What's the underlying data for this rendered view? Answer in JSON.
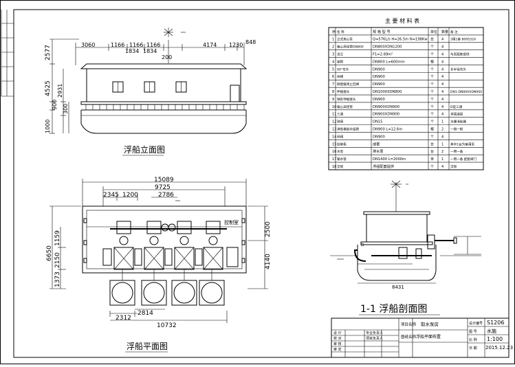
{
  "elevation": {
    "title": "浮船立面图",
    "top_dims": [
      "3060",
      "1166",
      "1166",
      "1166",
      "4174",
      "1230",
      "848"
    ],
    "sub_dims": [
      "1834",
      "1834"
    ],
    "center_dim": "200",
    "left_dims": [
      "2577",
      "4525",
      "2931",
      "900",
      "300",
      "1000"
    ]
  },
  "plan": {
    "title": "浮船平面图",
    "total_dim": "15089",
    "dim_9725": "9725",
    "dims_row": [
      "2345",
      "1200"
    ],
    "dim_2786": "2786",
    "left_dims": [
      "6650",
      "1159",
      "2150",
      "1373"
    ],
    "right_dims": [
      "2500",
      "4140"
    ],
    "label_room": "控制室",
    "bottom_dims": [
      "2312",
      "2814"
    ],
    "dim_bottom_total": "10732"
  },
  "section": {
    "title": "1-1 浮船剖面图",
    "dim_label": "8431"
  },
  "bom": {
    "title": "主 要 材 料 表",
    "headers": [
      "序",
      "名   称",
      "规 格 型 号",
      "单位",
      "数量",
      "备  注"
    ],
    "rows": [
      [
        "1",
        "立式离心泵",
        "Q=576L/s H=26.5m N=198Kw",
        "台",
        "4",
        "3用1备 800S32A"
      ],
      [
        "2",
        "偏心异径管DN800",
        "DN800XDN1200",
        "个",
        "4",
        ""
      ],
      [
        "3",
        "法兰",
        "F1=2.69m²",
        "个",
        "4",
        "与泵配套提供"
      ],
      [
        "4",
        "钢管",
        "DN800 L=600mm",
        "根",
        "4",
        ""
      ],
      [
        "5",
        "90°弯头",
        "DN900",
        "个",
        "4",
        "长半径弯头"
      ],
      [
        "6",
        "闸阀",
        "DN900",
        "个",
        "4",
        ""
      ],
      [
        "7",
        "微阻缓闭止回阀",
        "DN900",
        "个",
        "4",
        ""
      ],
      [
        "8",
        "伸缩接头",
        "DN1000XDN800",
        "个",
        "4",
        "DN1:DN800XDN900"
      ],
      [
        "9",
        "球形伸缩接头",
        "DN900",
        "个",
        "4",
        ""
      ],
      [
        "10",
        "偏心异径管",
        "DN900XDN900",
        "个",
        "4",
        "D型三通"
      ],
      [
        "11",
        "三通",
        "DN900XDN900",
        "个",
        "4",
        "承插连接"
      ],
      [
        "12",
        "球阀",
        "DN15",
        "个",
        "1",
        "水锤消除器"
      ],
      [
        "13",
        "弹性橡胶补偿管",
        "DN900 L=12.6m",
        "根",
        "2",
        "一侧一根"
      ],
      [
        "14",
        "闸阀",
        "DN900",
        "个",
        "4",
        ""
      ],
      [
        "15",
        "控制柜",
        "成套",
        "台",
        "1",
        "其中1台为备用泵"
      ],
      [
        "16",
        "水泵",
        "排水泵",
        "台",
        "2",
        "一用一备"
      ],
      [
        "17",
        "输水管",
        "DN1400 L=2000m",
        "米",
        "1",
        "一用一备 配套阀门"
      ],
      [
        "18",
        "浮筒",
        "浮船配套提供",
        "个",
        "4",
        "浮筒"
      ]
    ]
  },
  "title_block": {
    "project_label": "项目名称",
    "project_value": "取水泵房",
    "drawing_label": "图纸名称",
    "drawing_value": "浮船平面布置",
    "role1": "设  计",
    "role2": "校  对",
    "role3": "审  核",
    "role4": "审  定",
    "role5": "专业负责人",
    "role6": "项目负责人",
    "meta_label1": "设计编号",
    "meta_label2": "图  号",
    "meta_label3": "比  例",
    "meta_label4": "日  期",
    "meta_value1": "S1206",
    "meta_value2": "水施",
    "meta_value3": "1:100",
    "meta_value4": "2015.12.23"
  }
}
